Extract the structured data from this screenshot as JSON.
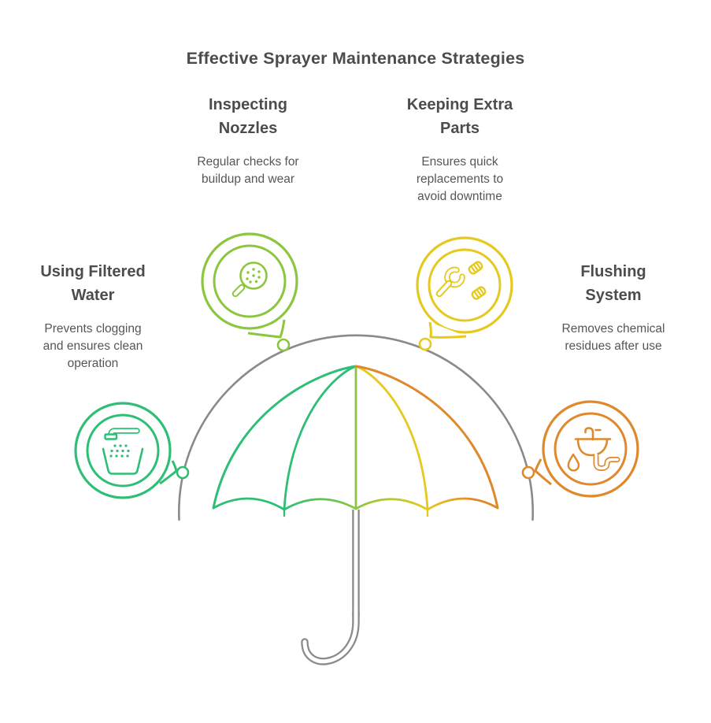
{
  "title": "Effective Sprayer Maintenance Strategies",
  "colors": {
    "emerald": "#2fbe76",
    "yellowgreen": "#8cc63f",
    "yellow": "#e6c91f",
    "orange": "#e0882c",
    "gray": "#8a8a8a",
    "heading": "#4b4c4e",
    "body": "#55565a",
    "bg": "#ffffff"
  },
  "center_graphic": {
    "type": "umbrella",
    "segment_colors_left_to_right": [
      "#2fbe76",
      "#8cc63f",
      "#e6c91f",
      "#e0882c"
    ],
    "arc_color": "#8a8a8a",
    "handle_color": "#8a8a8a"
  },
  "strategies": [
    {
      "id": "using-filtered-water",
      "label": "Using Filtered Water",
      "description": "Prevents clogging and ensures clean operation",
      "icon": "faucet-cup-icon",
      "color": "#2fbe76",
      "position": "left"
    },
    {
      "id": "inspecting-nozzles",
      "label": "Inspecting Nozzles",
      "description": "Regular checks for buildup and wear",
      "icon": "nozzle-magnifier-icon",
      "color": "#8cc63f",
      "position": "top-left"
    },
    {
      "id": "keeping-extra-parts",
      "label": "Keeping Extra Parts",
      "description": "Ensures quick replacements to avoid downtime",
      "icon": "wrench-bolts-icon",
      "color": "#e6c91f",
      "position": "top-right"
    },
    {
      "id": "flushing-system",
      "label": "Flushing System",
      "description": "Removes chemical residues after use",
      "icon": "sink-drain-icon",
      "color": "#e0882c",
      "position": "right"
    }
  ]
}
